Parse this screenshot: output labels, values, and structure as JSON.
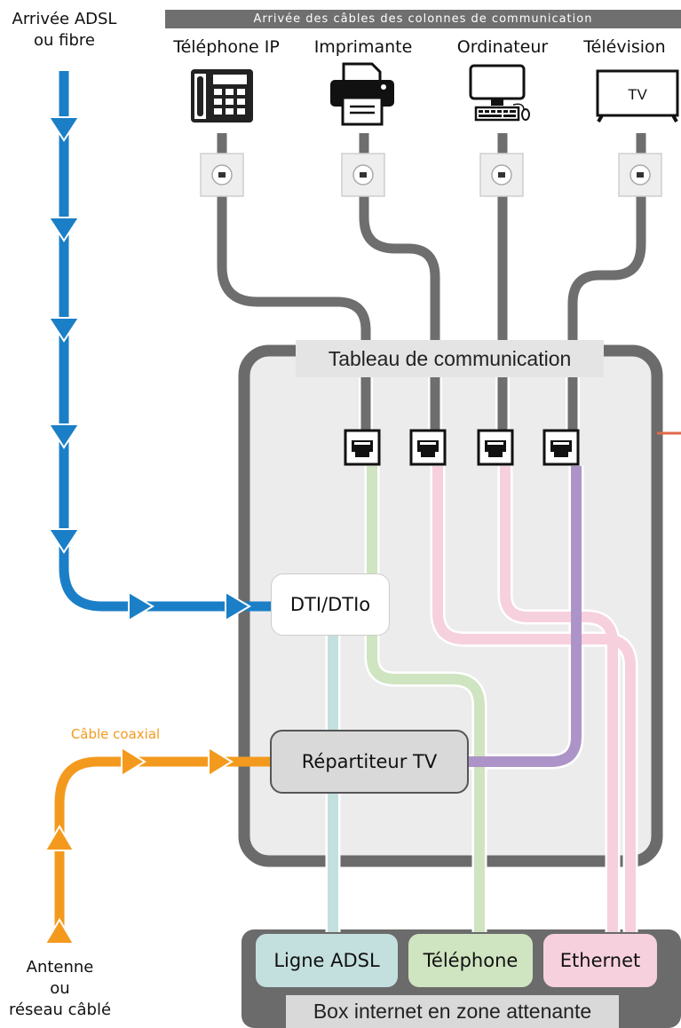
{
  "header": {
    "banner": "Arrivée des câbles des colonnes de communication"
  },
  "side": {
    "arrival_line1": "Arrivée ADSL",
    "arrival_line2": "ou fibre",
    "antenna_line1": "Antenne",
    "antenna_line2": "ou",
    "antenna_line3": "réseau câblé",
    "coax_label": "Câble coaxial"
  },
  "devices": [
    {
      "label": "Téléphone IP",
      "icon": "ip-phone-icon"
    },
    {
      "label": "Imprimante",
      "icon": "printer-icon"
    },
    {
      "label": "Ordinateur",
      "icon": "computer-icon"
    },
    {
      "label": "Télévision",
      "icon": "tv-icon",
      "screen_text": "TV"
    }
  ],
  "panel": {
    "title": "Tableau de communication",
    "dti": "DTI/DTIo",
    "splitter": "Répartiteur TV"
  },
  "box": {
    "title": "Box internet en zone attenante",
    "ports": [
      "Ligne ADSL",
      "Téléphone",
      "Ethernet"
    ]
  },
  "colors": {
    "fiber_blue": "#1b7fc7",
    "coax_orange": "#f39a1e",
    "cable_gray": "#6e6e6e",
    "adsl_teal": "#c4e0de",
    "phone_green": "#cfe4c0",
    "ethernet_pink": "#f7d0dd",
    "tv_purple": "#ad94c8"
  }
}
